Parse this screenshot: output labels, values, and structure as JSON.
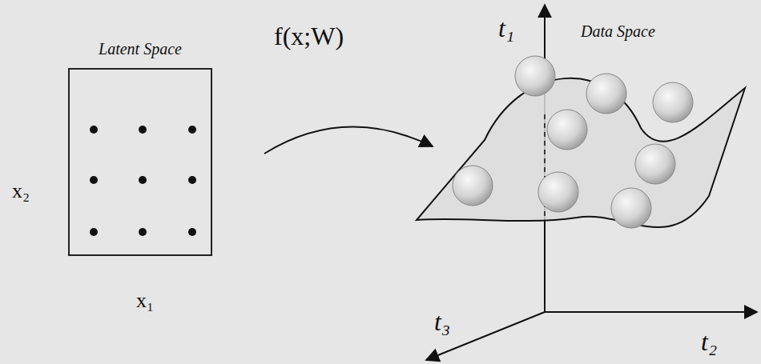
{
  "diagram": {
    "nodes": [
      {
        "text": [
          "Latent Space"
        ]
      }
    ],
    "labels": [
      "x₂",
      "x₁",
      "f(x;W)",
      "t₁",
      "Data Space",
      "t₂",
      "t₃"
    ]
  }
}
